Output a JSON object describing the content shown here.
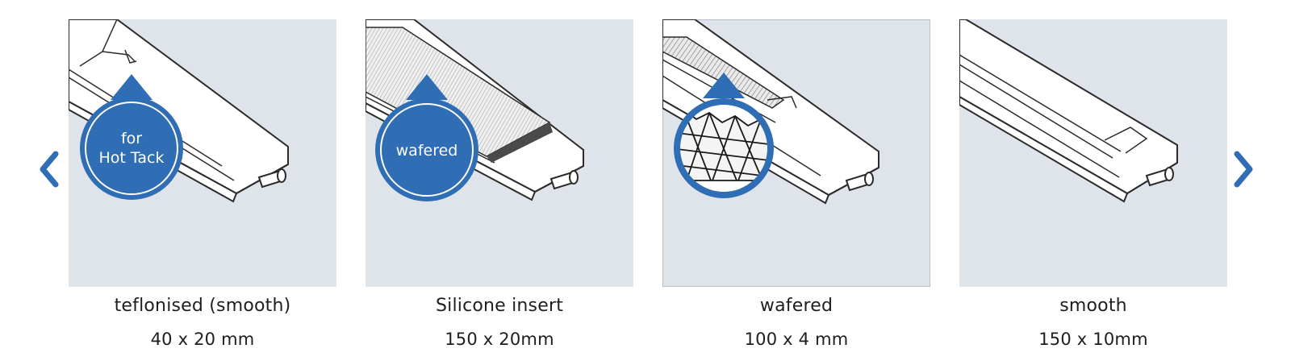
{
  "carousel": {
    "prev_icon": "chevron-left-icon",
    "next_icon": "chevron-right-icon",
    "accent_color": "#2f6db5",
    "items": [
      {
        "name": "teflonised (smooth)",
        "size": "40 x 20 mm",
        "badge": [
          "for",
          "Hot Tack"
        ],
        "icon": "sealing-bar-icon"
      },
      {
        "name": "Silicone insert",
        "size": "150 x 20mm",
        "badge": [
          "wafered"
        ],
        "icon": "sealing-bar-icon"
      },
      {
        "name": "wafered",
        "size": "100 x 4 mm",
        "icon": "wafer-pattern-icon"
      },
      {
        "name": "smooth",
        "size": "150 x 10mm",
        "icon": "sealing-bar-icon"
      }
    ]
  }
}
